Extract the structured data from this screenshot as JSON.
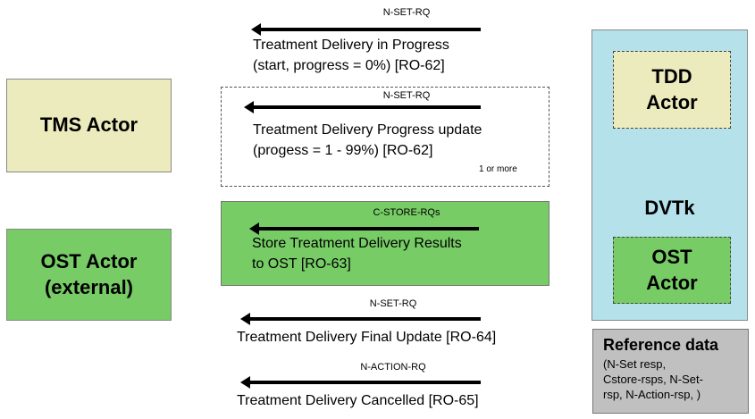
{
  "actors": {
    "tms": "TMS Actor",
    "ost_external_line1": "OST Actor",
    "ost_external_line2": "(external)"
  },
  "dvtk": {
    "label": "DVTk",
    "tdd_line1": "TDD",
    "tdd_line2": "Actor",
    "ost_line1": "OST",
    "ost_line2": "Actor"
  },
  "reference": {
    "title": "Reference data",
    "line1": "(N-Set resp,",
    "line2": "Cstore-rsps, N-Set-",
    "line3": "rsp, N-Action-rsp, )"
  },
  "messages": {
    "m1": {
      "rq": "N-SET-RQ",
      "line1": "Treatment Delivery in Progress",
      "line2": "(start, progress = 0%) [RO-62]"
    },
    "m2": {
      "rq": "N-SET-RQ",
      "line1": "Treatment Delivery Progress update",
      "line2": "(progess = 1 - 99%) [RO-62]",
      "repeat": "1 or more"
    },
    "m3": {
      "rq": "C-STORE-RQs",
      "line1": "Store Treatment Delivery Results",
      "line2": "to OST [RO-63]"
    },
    "m4": {
      "rq": "N-SET-RQ",
      "line1": "Treatment Delivery Final Update [RO-64]"
    },
    "m5": {
      "rq": "N-ACTION-RQ",
      "line1": "Treatment Delivery Cancelled [RO-65]"
    }
  },
  "colors": {
    "tms_fill": "#ecebbd",
    "ost_fill": "#77cc66",
    "dvtk_fill": "#b4e1ea",
    "reference_fill": "#c0c0c0"
  }
}
